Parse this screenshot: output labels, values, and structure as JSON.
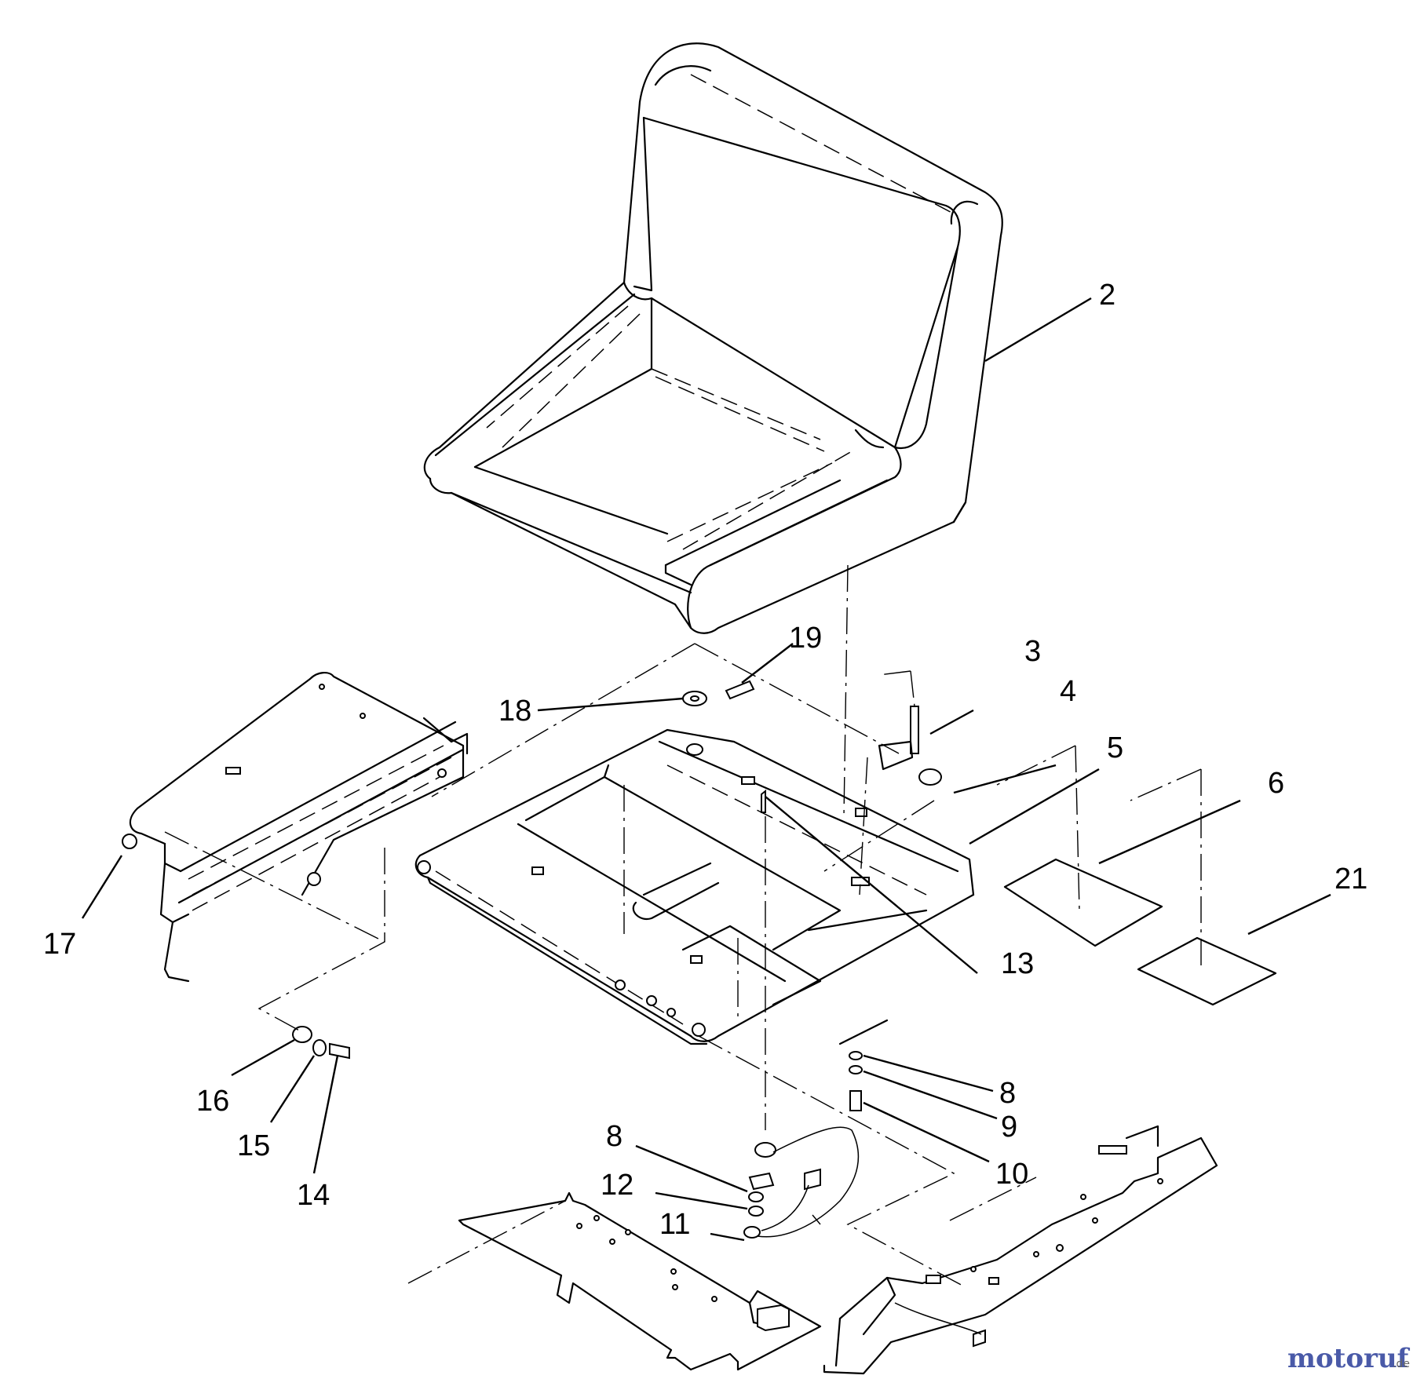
{
  "callouts": {
    "c2": "2",
    "c3": "3",
    "c4": "4",
    "c5": "5",
    "c6": "6",
    "c21": "21",
    "c19": "19",
    "c18": "18",
    "c13": "13",
    "c17": "17",
    "c16": "16",
    "c15": "15",
    "c14": "14",
    "c8a": "8",
    "c9": "9",
    "c10": "10",
    "c8b": "8",
    "c12": "12",
    "c11": "11"
  },
  "watermark": {
    "text": "motoruf",
    "suffix": ".de",
    "colors": [
      "#4a5aa8",
      "#c84040",
      "#3a9a4a",
      "#d08a20"
    ]
  }
}
